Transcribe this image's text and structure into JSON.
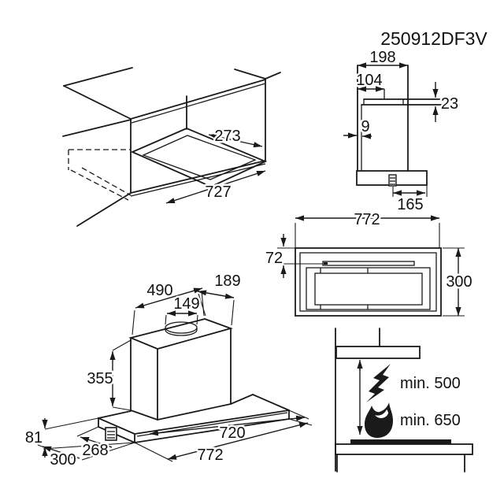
{
  "part_number": "250912DF3V",
  "cabinet_niche": {
    "depth": "273",
    "width": "727"
  },
  "side_view": {
    "overall_width": "198",
    "duct_offset": "104",
    "rail_height": "23",
    "wall_thickness": "9",
    "connector_to_edge": "165"
  },
  "top_view": {
    "overall_width": "772",
    "front_gap": "72",
    "overall_depth": "300"
  },
  "hood_view": {
    "body_width": "490",
    "body_depth": "189",
    "spigot_diameter": "149",
    "body_height": "355",
    "panel_height": "81",
    "panel_depth": "268",
    "overall_depth": "300",
    "recess_width": "720",
    "overall_width": "772"
  },
  "clearances": {
    "electric_hob": "min. 500",
    "gas_hob": "min. 650"
  },
  "colors": {
    "line": "#1a1a1a",
    "background": "#ffffff"
  }
}
